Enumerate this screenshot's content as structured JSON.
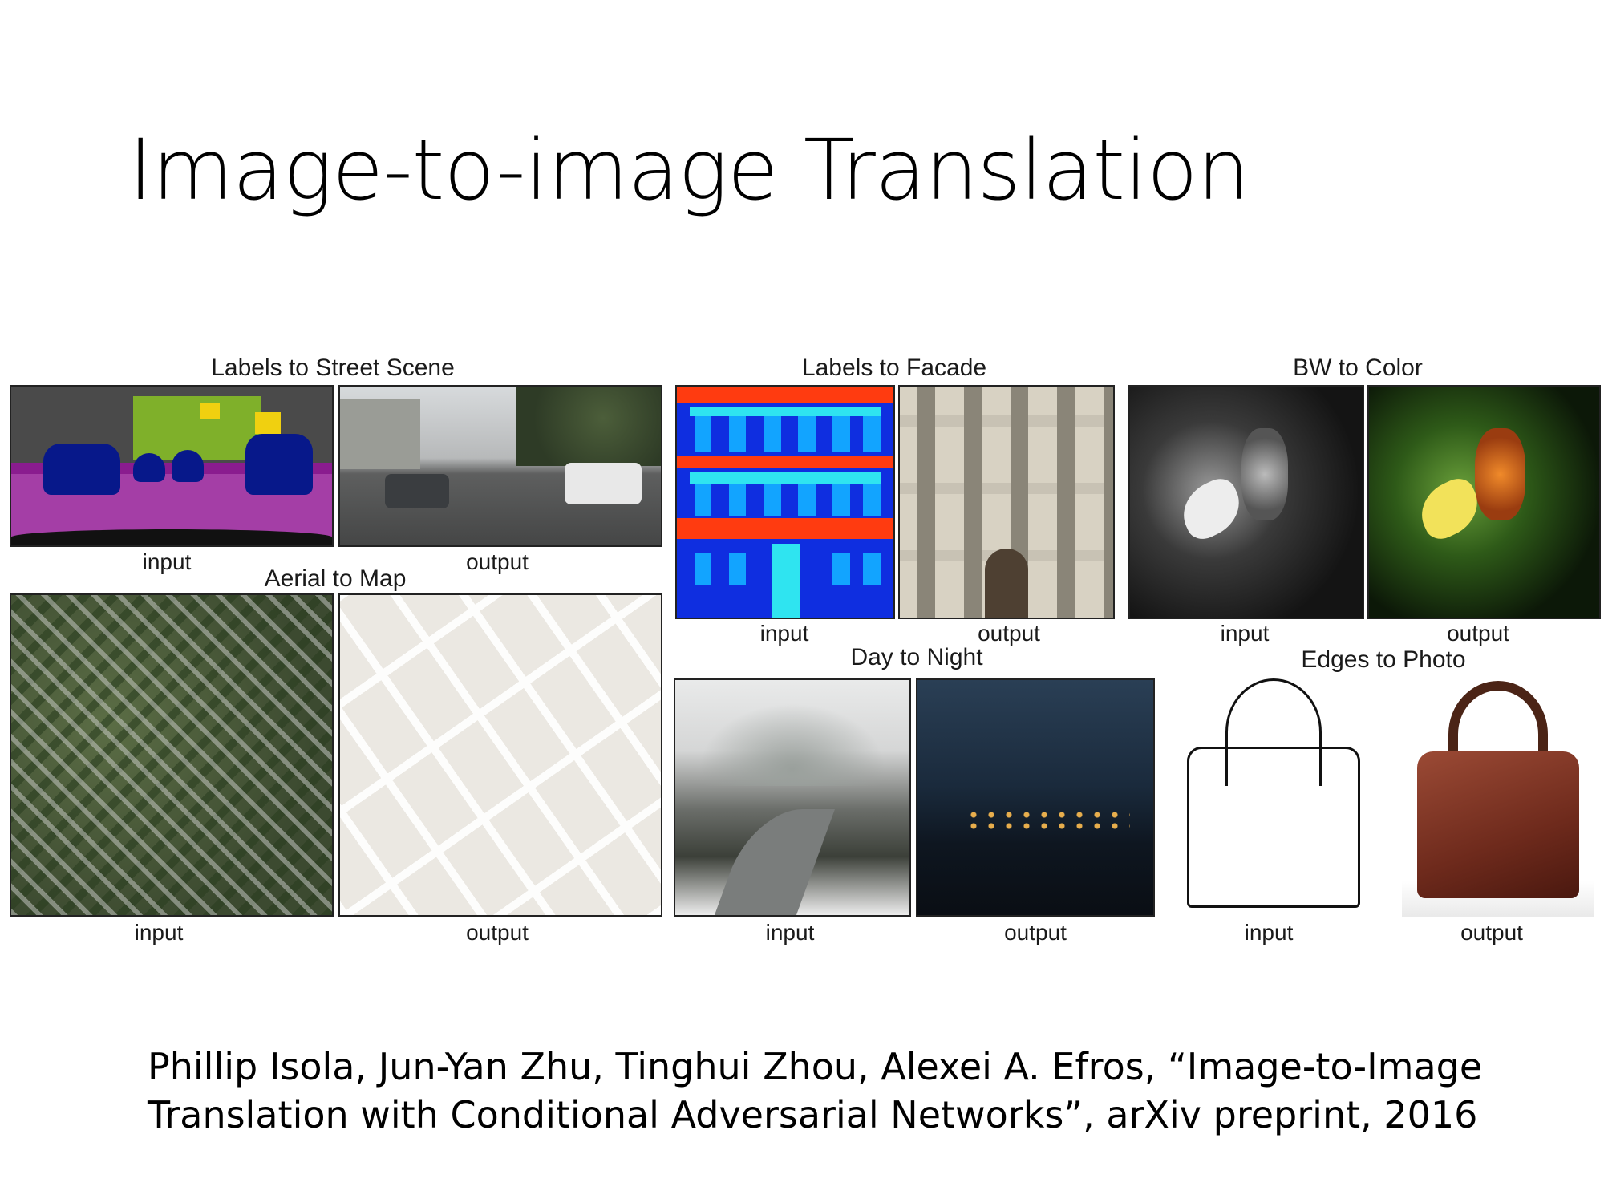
{
  "slide": {
    "title": "Image-to-image Translation"
  },
  "figure": {
    "headings": {
      "street": "Labels to Street Scene",
      "facade": "Labels to Facade",
      "color": "BW to Color",
      "aerial": "Aerial to Map",
      "night": "Day to Night",
      "edges": "Edges to Photo"
    },
    "captions": {
      "input": "input",
      "output": "output"
    }
  },
  "citation": {
    "line1": "Phillip Isola, Jun-Yan Zhu, Tinghui Zhou, Alexei A. Efros, “Image-to-Image",
    "line2": "Translation with Conditional Adversarial Networks”, arXiv preprint, 2016"
  }
}
